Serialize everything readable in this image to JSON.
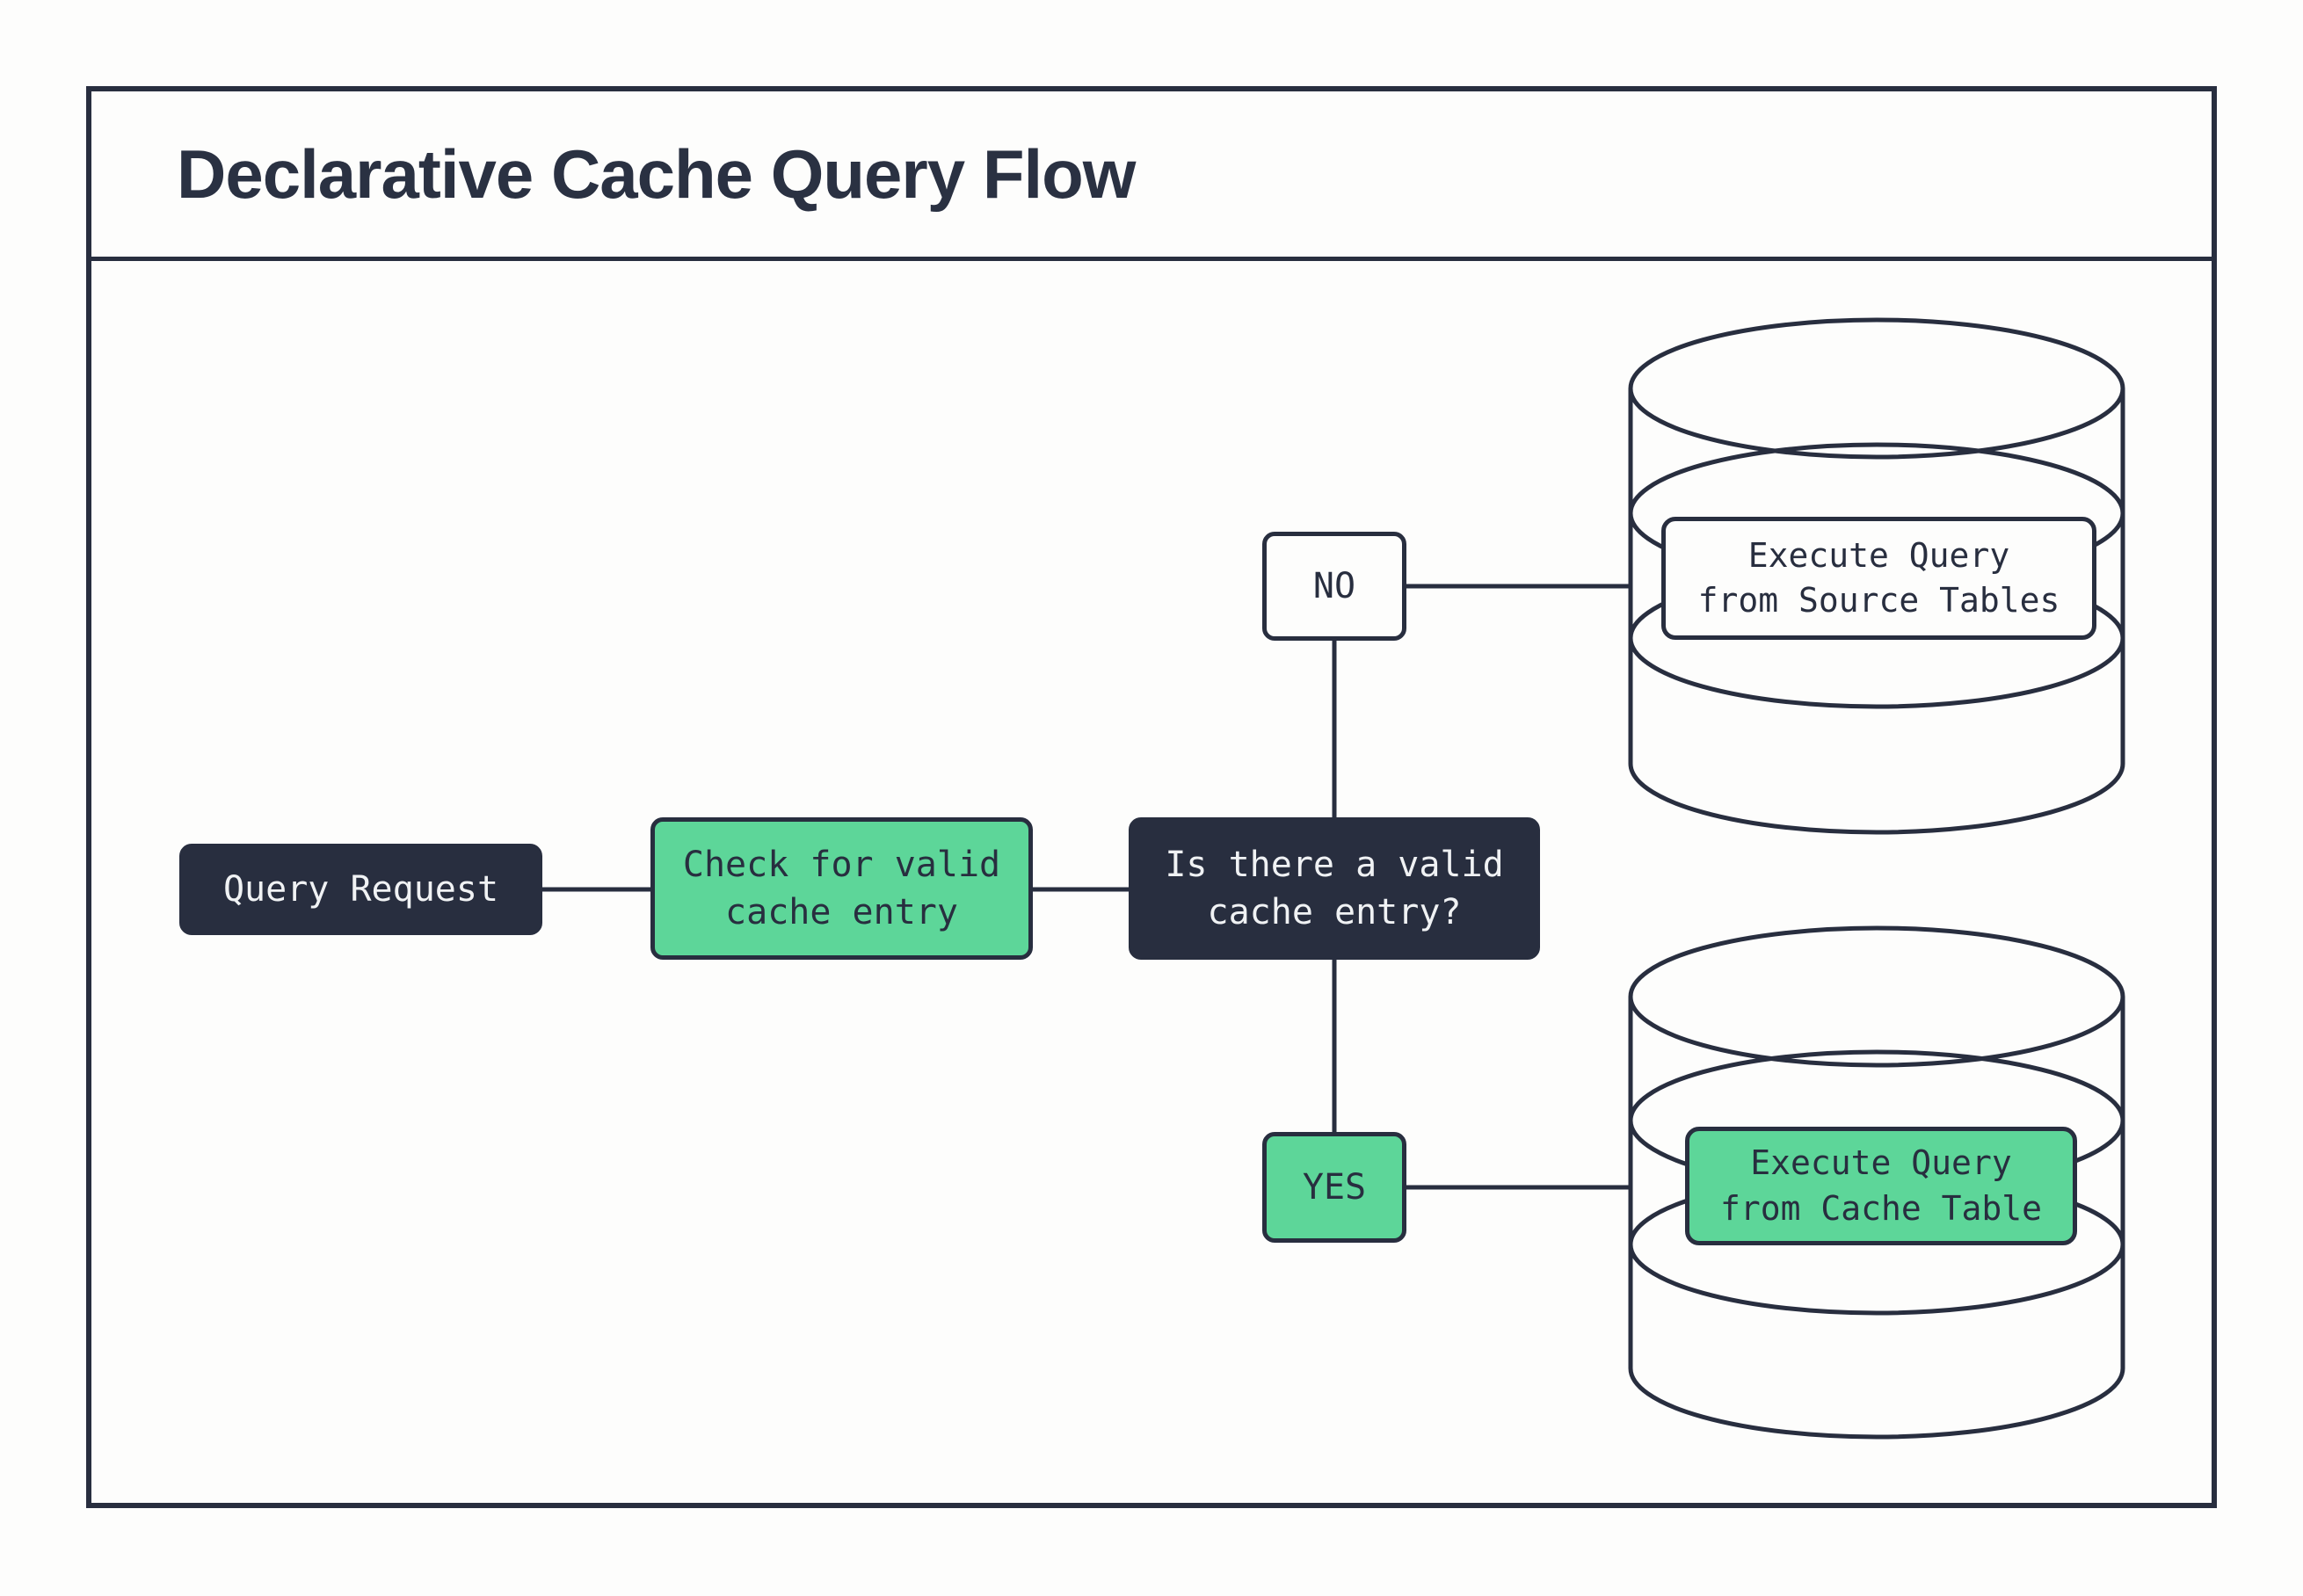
{
  "title": "Declarative Cache Query Flow",
  "colors": {
    "dark_navy": "#282e3f",
    "mint_green": "#5dd699",
    "background": "#fdfdfc",
    "light_text": "#f0f2f4"
  },
  "nodes": {
    "query_request": {
      "label": "Query Request"
    },
    "check_cache": {
      "label": "Check for valid\ncache entry"
    },
    "decision": {
      "label": "Is there a valid\ncache entry?"
    },
    "branch_no": {
      "label": "NO"
    },
    "branch_yes": {
      "label": "YES"
    },
    "source_db_action": {
      "label": "Execute Query\nfrom Source Tables"
    },
    "cache_db_action": {
      "label": "Execute Query\nfrom Cache Table"
    }
  }
}
